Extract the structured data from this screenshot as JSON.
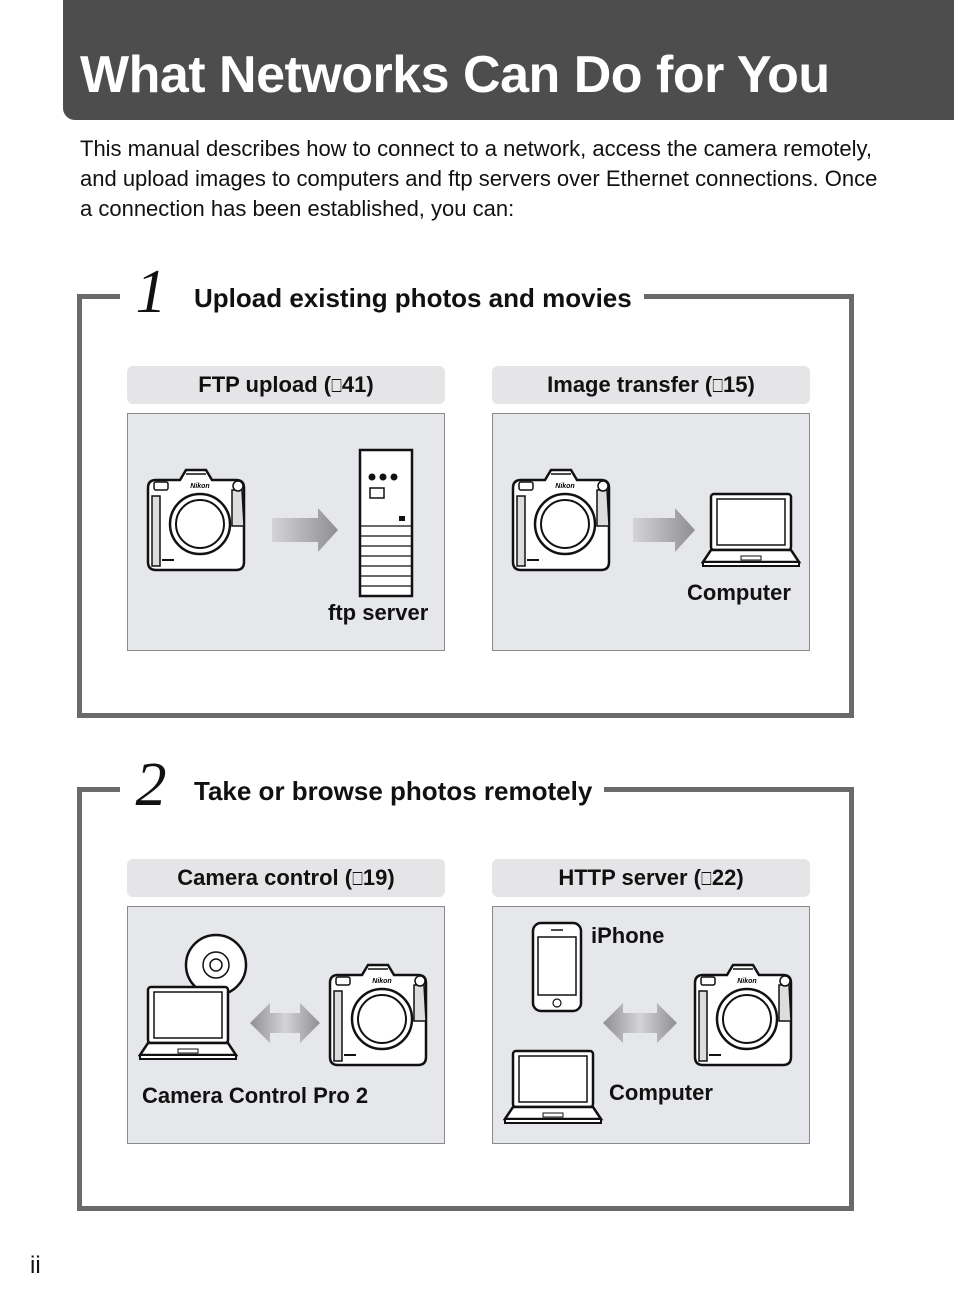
{
  "page": {
    "title": "What Networks Can Do for You",
    "intro": "This manual describes how to connect to a network, access the camera remotely, and upload images to computers and ftp servers over Ethernet connections. Once a connection has been established, you can:",
    "page_number": "ii"
  },
  "ref_glyph": "⎕",
  "sections": [
    {
      "number": "1",
      "heading": "Upload existing photos and movies",
      "cards": [
        {
          "title": "FTP upload",
          "ref": "41",
          "label": "ftp server"
        },
        {
          "title": "Image transfer",
          "ref": "15",
          "label": "Computer"
        }
      ]
    },
    {
      "number": "2",
      "heading": "Take or browse photos remotely",
      "cards": [
        {
          "title": "Camera control",
          "ref": "19",
          "label": "Camera Control Pro 2"
        },
        {
          "title": "HTTP server",
          "ref": "22",
          "label": "Computer",
          "label2": "iPhone"
        }
      ]
    }
  ],
  "camera_brand": "Nikon"
}
